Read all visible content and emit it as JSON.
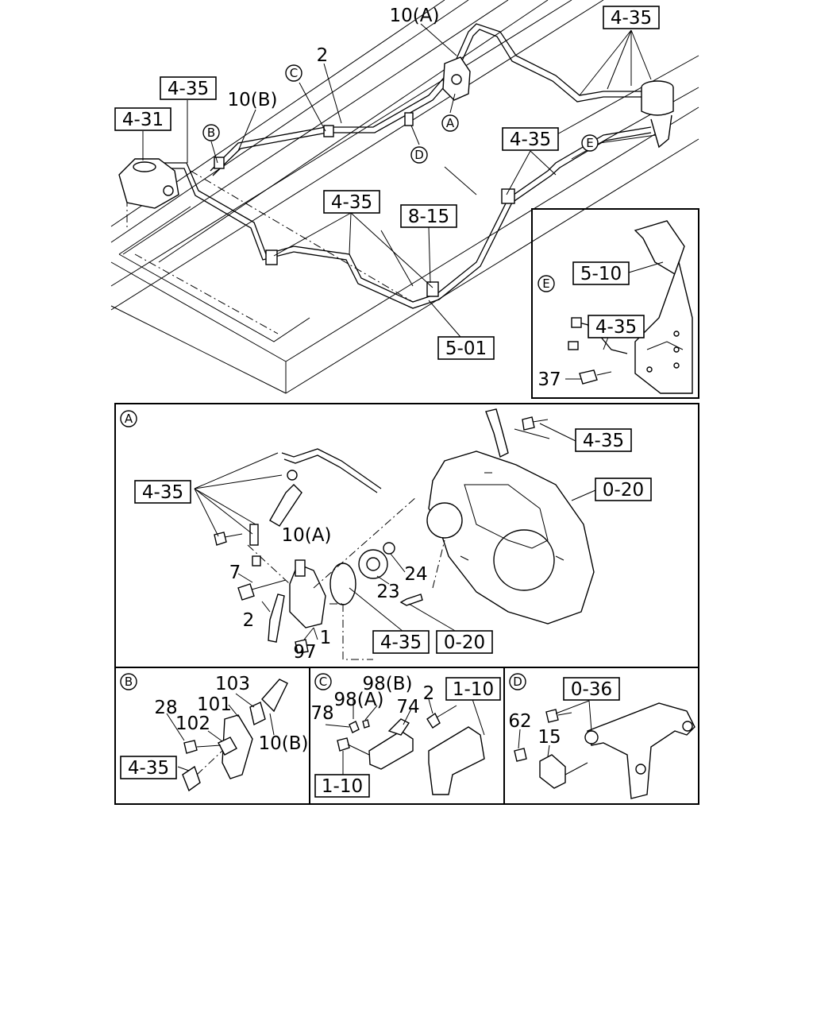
{
  "top_labels": {
    "ref_4_35_a": "4-35",
    "ref_4_35_b": "4-35",
    "ref_4_35_c": "4-35",
    "ref_4_35_d": "4-35",
    "ref_4_31": "4-31",
    "ref_8_15": "8-15",
    "ref_5_01": "5-01",
    "part_10a": "10(A)",
    "part_10b": "10(B)",
    "part_2": "2",
    "callout_a": "A",
    "callout_b": "B",
    "callout_c": "C",
    "callout_d": "D",
    "callout_e": "E"
  },
  "panel_e": {
    "marker": "E",
    "ref_5_10": "5-10",
    "ref_4_35": "4-35",
    "part_37": "37"
  },
  "panel_a": {
    "marker": "A",
    "ref_4_35_top": "4-35",
    "ref_4_35_left": "4-35",
    "ref_0_20_right": "0-20",
    "ref_4_35_bottom": "4-35",
    "ref_0_20_bottom": "0-20",
    "part_10a": "10(A)",
    "part_7": "7",
    "part_2": "2",
    "part_97": "97",
    "part_1": "1",
    "part_23": "23",
    "part_24": "24"
  },
  "panel_b": {
    "marker": "B",
    "part_103": "103",
    "part_101": "101",
    "part_28": "28",
    "part_102": "102",
    "part_10b": "10(B)",
    "ref_4_35": "4-35"
  },
  "panel_c": {
    "marker": "C",
    "part_98b": "98(B)",
    "part_98a": "98(A)",
    "part_78": "78",
    "part_74": "74",
    "part_2": "2",
    "ref_1_10_top": "1-10",
    "ref_1_10_bottom": "1-10"
  },
  "panel_d": {
    "marker": "D",
    "ref_0_36": "0-36",
    "part_62": "62",
    "part_15": "15"
  }
}
